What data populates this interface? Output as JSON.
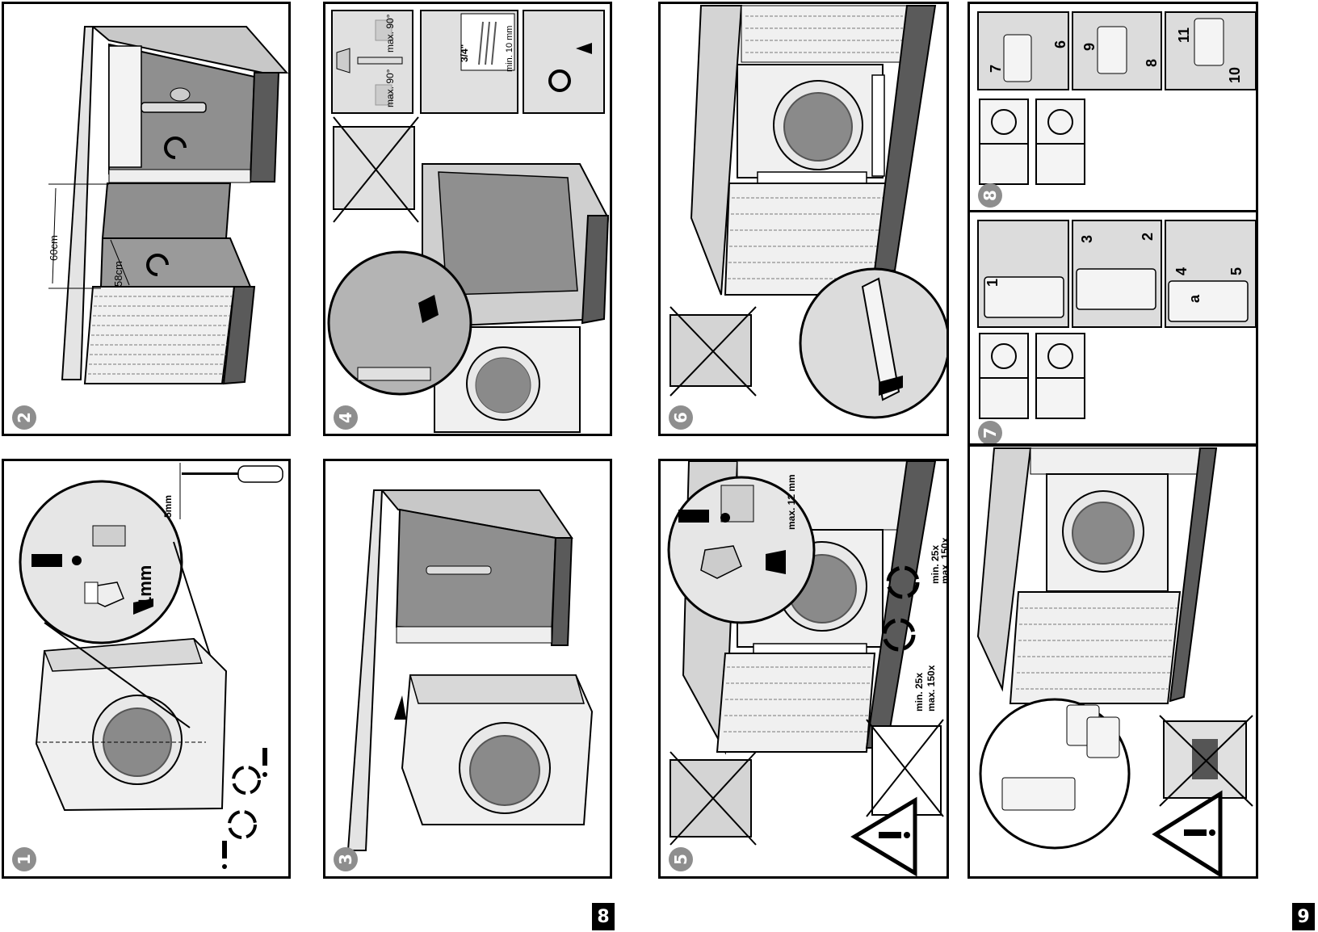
{
  "document": {
    "type": "installation instructions (integrated washing machine)",
    "pages": [
      {
        "number": "8",
        "label": "8"
      },
      {
        "number": "9",
        "label": "9"
      }
    ]
  },
  "steps": {
    "step1": {
      "badge": "1",
      "dim_screwdriver": "5mm",
      "dim_gap": "1mm",
      "warning_mark": "!"
    },
    "step2": {
      "badge": "2",
      "dim_height": "60cm",
      "dim_depth": "58cm"
    },
    "step3": {
      "badge": "3"
    },
    "step4": {
      "badge": "4",
      "tap_angle_top": "max. 90°",
      "tap_angle_bottom": "max. 90°",
      "thread_size": "3/4\"",
      "thread_length": "min. 10 mm"
    },
    "step5": {
      "badge": "5",
      "nut_gap": "max. 12 mm",
      "turns_upper_min": "min. 25x",
      "turns_upper_max": "max. 150x",
      "turns_lower_min": "min. 25x",
      "turns_lower_max": "max. 150x"
    },
    "step6": {
      "badge": "6"
    },
    "step7": {
      "badge": "7",
      "sub_labels": [
        "1",
        "2",
        "3",
        "4",
        "5",
        "a"
      ]
    },
    "step8": {
      "badge": "8",
      "sub_labels": [
        "6",
        "7",
        "8",
        "9",
        "10",
        "11"
      ]
    },
    "step9": {
      "badge": ""
    }
  },
  "colors": {
    "frame": "#000000",
    "badge": "#8e8e8e",
    "wall_dark": "#5a5a5a",
    "wall_mid": "#9a9a9a",
    "surface_light": "#d8d8d8",
    "cabinet_front": "#ececec"
  }
}
